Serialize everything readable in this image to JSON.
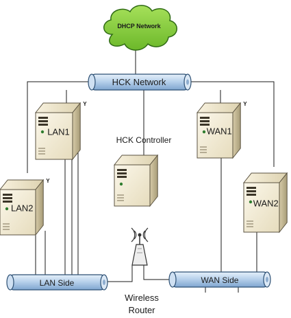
{
  "cloud": {
    "label": "DHCP Network",
    "fill": "#8fd13f"
  },
  "buses": {
    "hck": {
      "label": "HCK Network"
    },
    "lan": {
      "label": "LAN Side"
    },
    "wan": {
      "label": "WAN Side"
    }
  },
  "controller": {
    "label": "HCK Controller"
  },
  "servers": {
    "lan1": {
      "label": "LAN1",
      "mark": "Y"
    },
    "lan2": {
      "label": "LAN2",
      "mark": "Y"
    },
    "wan1": {
      "label": "WAN1",
      "mark": "Y"
    },
    "wan2": {
      "label": "WAN2"
    }
  },
  "router": {
    "line1": "Wireless",
    "line2": "Router"
  },
  "colors": {
    "bus_fill": "#b9d2ec",
    "bus_stroke": "#2c4f73",
    "server_light": "#f4edd7",
    "server_dark": "#b9ae8c"
  }
}
